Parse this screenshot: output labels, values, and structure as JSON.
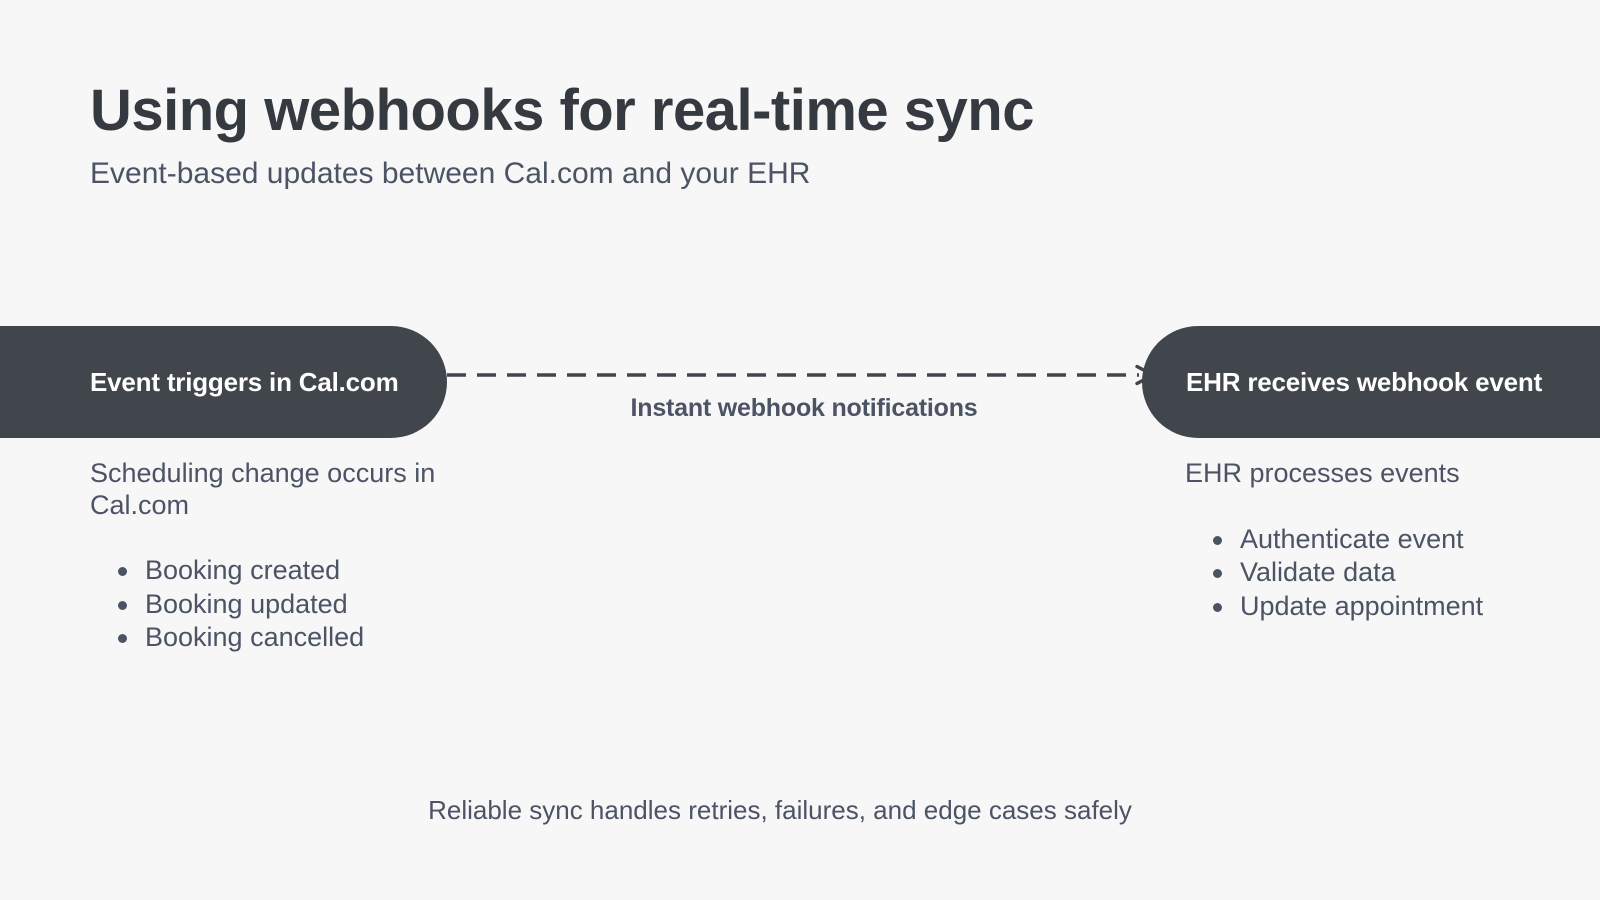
{
  "page": {
    "background_color": "#f7f7f7",
    "title": "Using webhooks for real-time sync",
    "subtitle": "Event-based updates between Cal.com and your EHR",
    "title_color": "#343a40",
    "body_text_color": "#4b5364",
    "node_fill_color": "#41454c",
    "node_text_color": "#ffffff"
  },
  "flow": {
    "left_node": {
      "label": "Event triggers in Cal.com",
      "description": "Scheduling change occurs in Cal.com",
      "bullets": [
        "Booking created",
        "Booking updated",
        "Booking cancelled"
      ]
    },
    "connector": {
      "label": "Instant webhook notifications",
      "style": "dashed",
      "direction": "left-to-right",
      "arrowhead": "arrow-right-icon"
    },
    "right_node": {
      "label": "EHR receives webhook event",
      "description": "EHR processes events",
      "bullets": [
        "Authenticate event",
        "Validate data",
        "Update appointment"
      ]
    }
  },
  "footer": {
    "note": "Reliable sync handles retries, failures, and edge cases safely"
  }
}
